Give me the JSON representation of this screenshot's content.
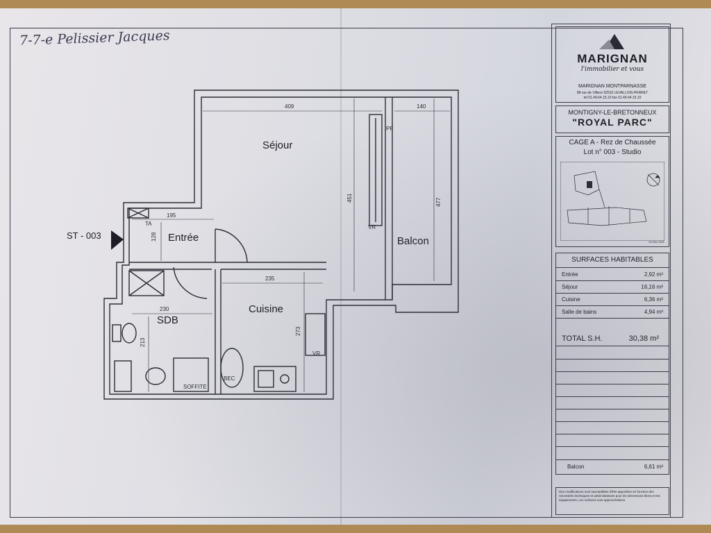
{
  "handwriting": "7-7-e Pelissier Jacques",
  "brand": {
    "name": "MARIGNAN",
    "tagline": "l'immobilier et vous",
    "agency": "MARIGNAN MONTPARNASSE",
    "address": "88 rue de Villiers 92532 LEVALLOIS-PERRET",
    "phones": "tel 01.49.64.15.15   fax 01.49.64.15.10"
  },
  "project": {
    "city": "MONTIGNY-LE-BRETONNEUX",
    "name": "\"ROYAL PARC\""
  },
  "lot": {
    "cage": "CAGE A - Rez de Chaussée",
    "number": "Lot n° 003 - Studio",
    "site_date": "04 Déc 2001"
  },
  "surfaces": {
    "title": "SURFACES HABITABLES",
    "rows": [
      {
        "label": "Entrée",
        "value": "2,92 m²"
      },
      {
        "label": "Séjour",
        "value": "16,16 m²"
      },
      {
        "label": "Cuisine",
        "value": "6,36 m²"
      },
      {
        "label": "Salle de bains",
        "value": "4,94 m²"
      }
    ],
    "total_label": "TOTAL S.H.",
    "total_value": "30,38 m²",
    "balcon_label": "Balcon",
    "balcon_value": "6,61 m²"
  },
  "note": "Des modifications sont susceptibles d'être apportées en fonction des nécessités techniques et administratives pour les dimensions libres et les équipements. Les surfaces sont approximatives.",
  "plan": {
    "lot_tag": "ST - 003",
    "rooms": {
      "sejour": "Séjour",
      "entree": "Entrée",
      "balcon": "Balcon",
      "cuisine": "Cuisine",
      "sdb": "SDB"
    },
    "dimensions": {
      "sejour_width": "409",
      "balcon_width": "140",
      "sejour_depth": "451",
      "balcon_depth": "477",
      "entree_width": "195",
      "entree_depth": "128",
      "cuisine_width": "235",
      "cuisine_depth": "273",
      "sdb_width": "230",
      "sdb_depth": "213"
    },
    "tags": {
      "pf": "PF",
      "vr1": "VR",
      "vr2": "VR",
      "ta": "TA",
      "bec": "BEC",
      "soffite": "SOFFITE"
    }
  }
}
